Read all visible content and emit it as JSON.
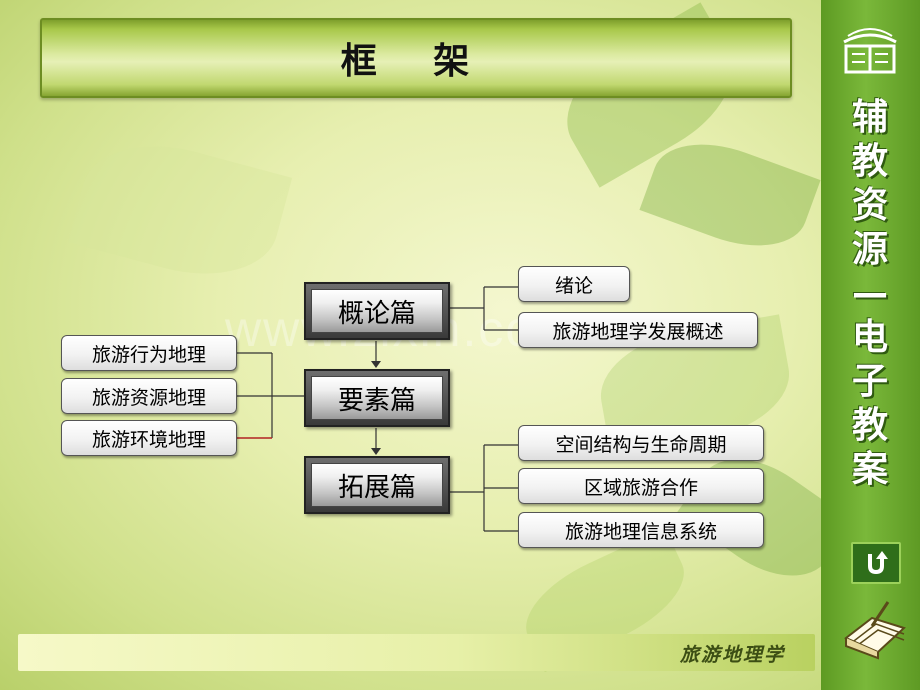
{
  "slide": {
    "title": "框  架",
    "footer": "旅游地理学",
    "watermark": "www.zixin.com.cn"
  },
  "sidebar": {
    "title_chars": [
      "辅",
      "教",
      "资",
      "源",
      "—",
      "电",
      "子",
      "教",
      "案"
    ],
    "back_icon": "return-arrow-icon",
    "book_icon": "open-book-icon",
    "logo_icon": "book-logo-icon"
  },
  "diagram": {
    "main": [
      "概论篇",
      "要素篇",
      "拓展篇"
    ],
    "left": [
      "旅游行为地理",
      "旅游资源地理",
      "旅游环境地理"
    ],
    "top_right": [
      "绪论",
      "旅游地理学发展概述"
    ],
    "bottom_right": [
      "空间结构与生命周期",
      "区域旅游合作",
      "旅游地理信息系统"
    ]
  },
  "colors": {
    "sidebar": "#6aa82e",
    "title_bar": "#a8c84a",
    "connector": "#333333",
    "accent_line": "#b22222"
  }
}
